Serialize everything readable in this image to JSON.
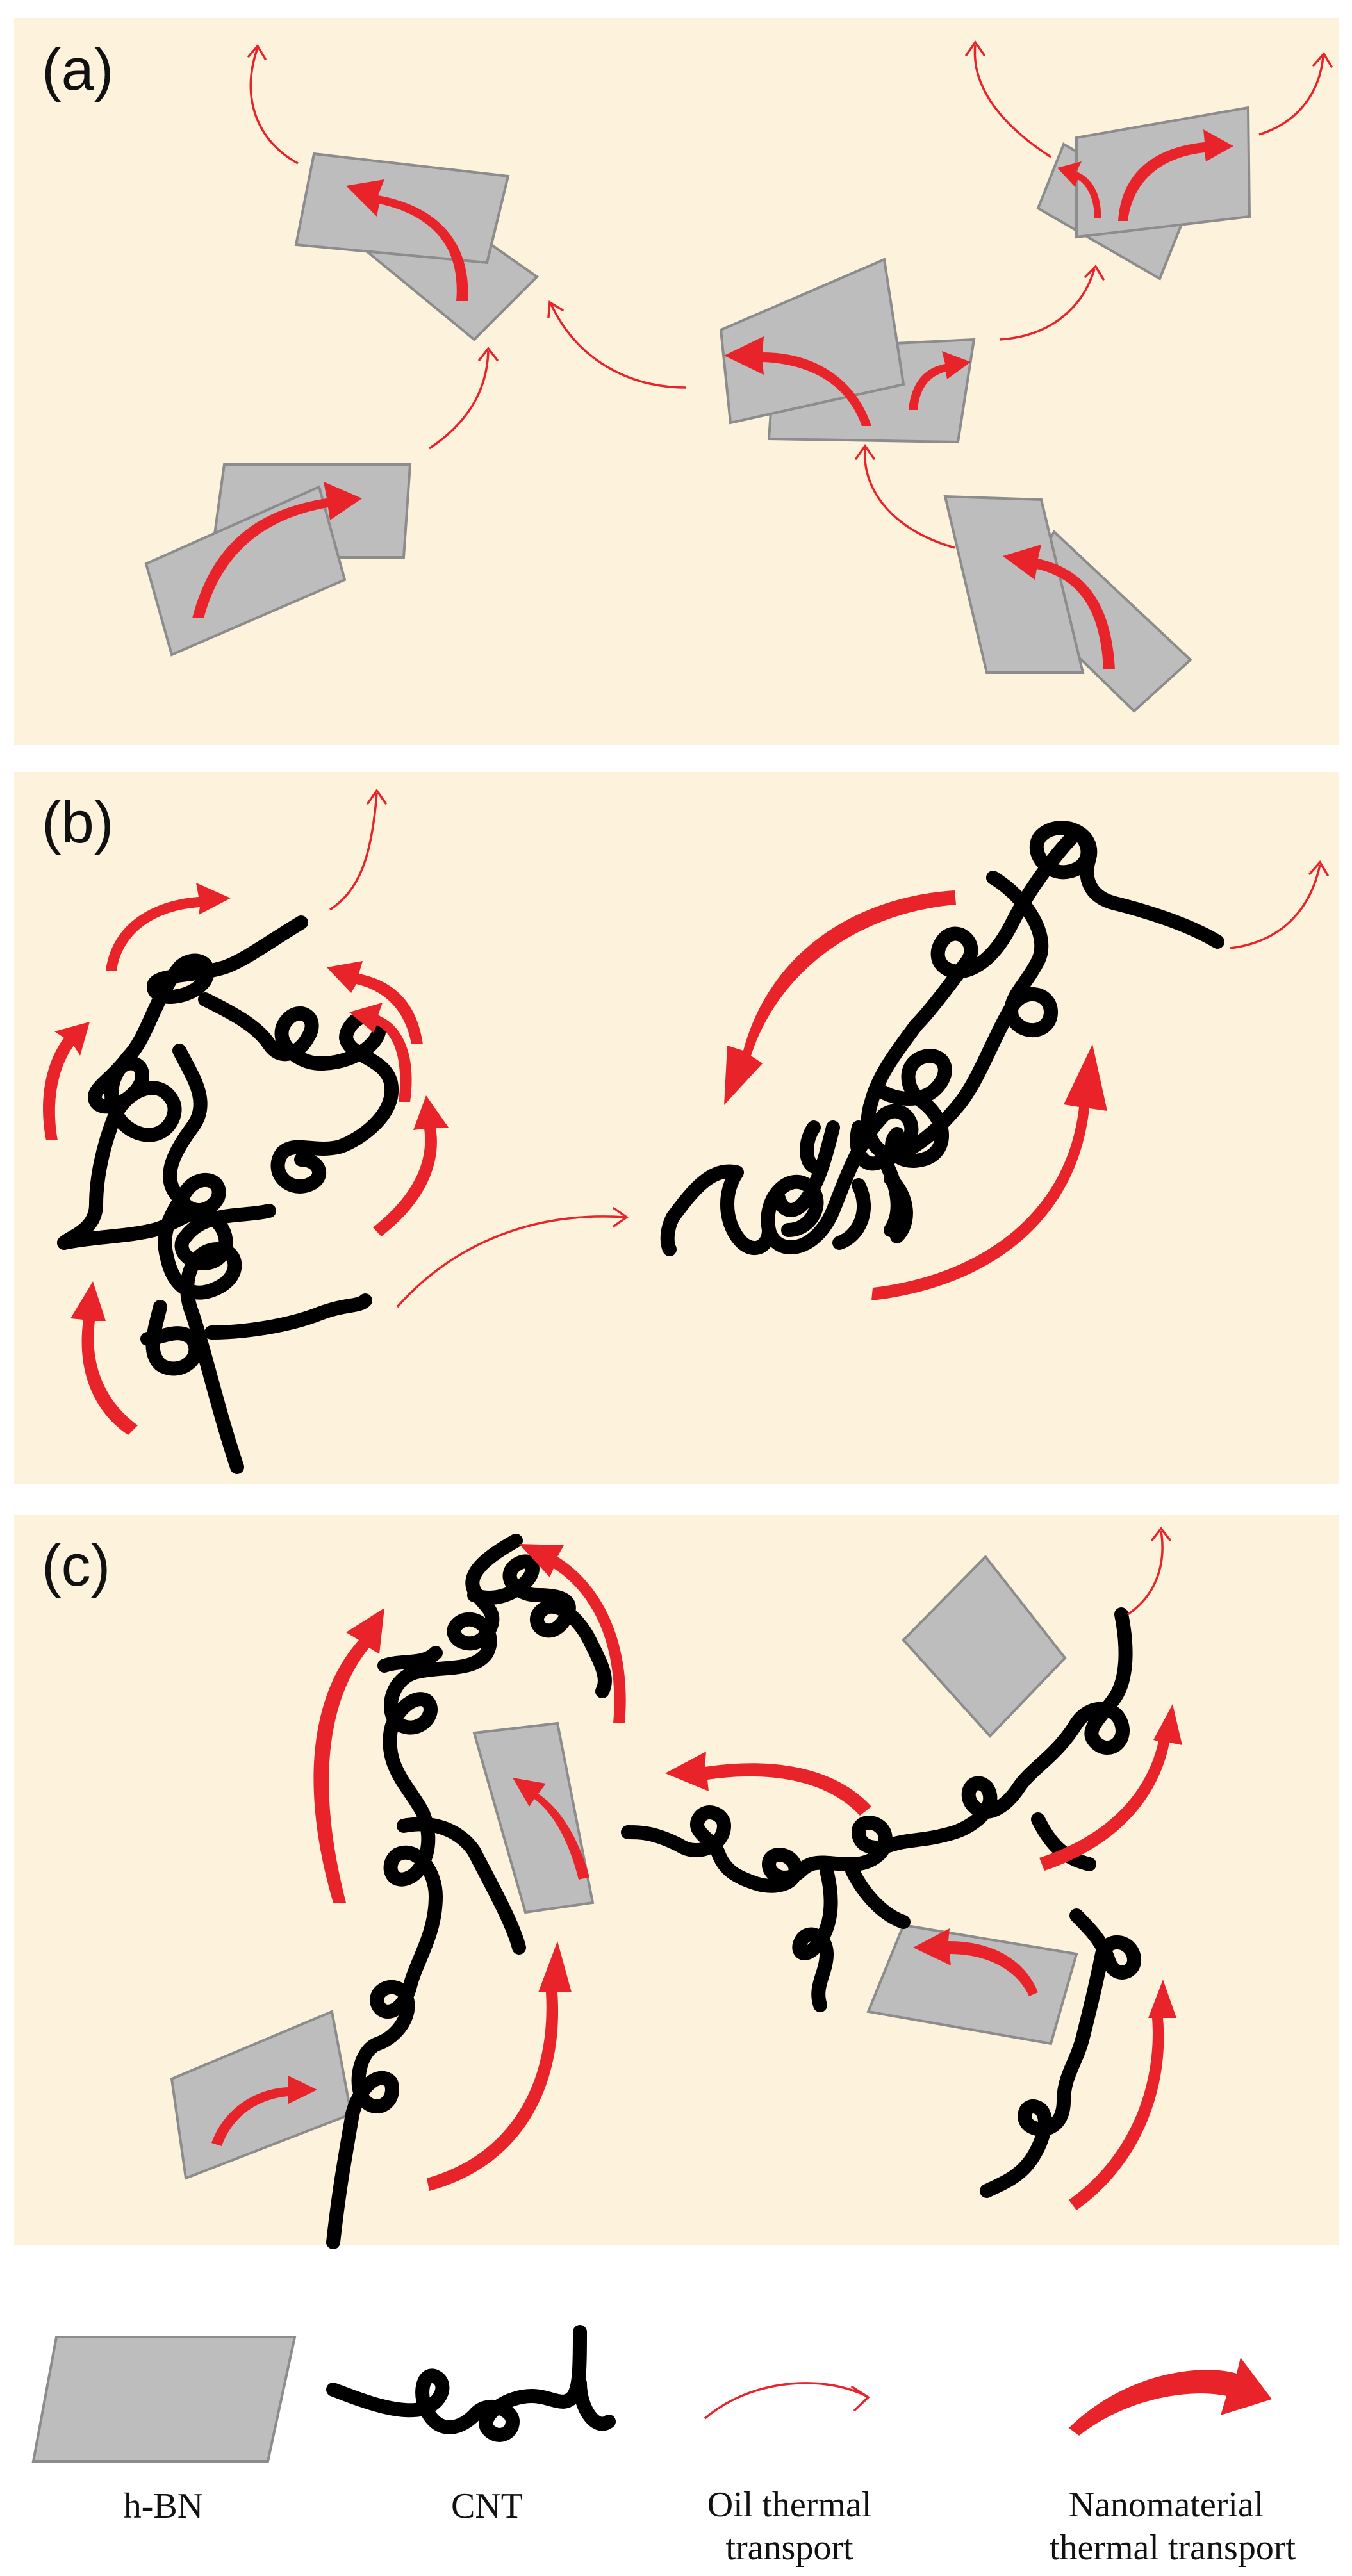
{
  "panels": [
    {
      "label": "(a)"
    },
    {
      "label": "(b)"
    },
    {
      "label": "(c)"
    }
  ],
  "legend": {
    "hbn": "h-BN",
    "cnt": "CNT",
    "oil_line1": "Oil thermal",
    "oil_line2": "transport",
    "nano_line1": "Nanomaterial",
    "nano_line2": "thermal transport"
  },
  "colors": {
    "panel_background": "#fdf3dc",
    "arrow_red": "#e8232a",
    "hbn_gray": "#bdbdbd",
    "cnt_black": "#000000"
  }
}
